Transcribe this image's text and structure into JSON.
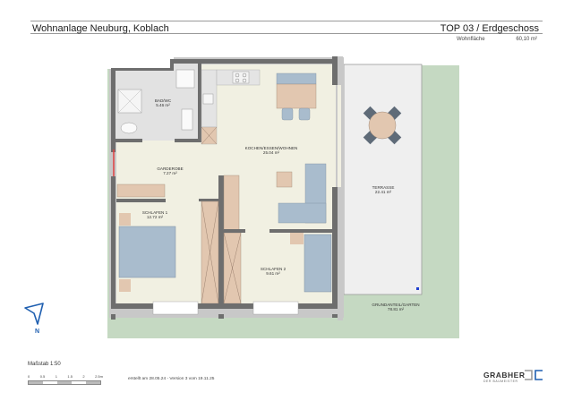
{
  "header": {
    "project_title": "Wohnanlage Neuburg, Koblach",
    "unit_title": "TOP 03 / Erdgeschoss",
    "living_area_label": "Wohnfläche",
    "living_area_value": "60,10 m²"
  },
  "rooms": [
    {
      "name": "BAD/WC",
      "area": "5.46 m²"
    },
    {
      "name": "KOCHEN/ESSEN/WOHNEN",
      "area": "25.04 m²"
    },
    {
      "name": "GARDEROBE",
      "area": "7.27 m²"
    },
    {
      "name": "SCHLAFEN 1",
      "area": "12.72 m²"
    },
    {
      "name": "SCHLAFEN 2",
      "area": "9.61 m²"
    },
    {
      "name": "TERRASSE",
      "area": "22.41 m²"
    },
    {
      "name": "GRUNDANTEIL/GARTEN",
      "area": "78.81 m²"
    }
  ],
  "compass": {
    "label": "N"
  },
  "footer": {
    "scale_label": "Maßstab  1:50",
    "scale_ticks": [
      "0",
      "0.5",
      "1",
      "1.5",
      "2",
      "2.5m"
    ],
    "created": "erstellt am 28.05.24 - Version 3 vom 19.11.25",
    "logo_main": "GRABHER",
    "logo_sub": "DER BAUMEISTER"
  },
  "colors": {
    "wall": "#6e6e6e",
    "wall_light": "#c8c8c8",
    "floor": "#f1f0e2",
    "bath_floor": "#e2e2e2",
    "terrace": "#efefef",
    "garden": "#c5d9c2",
    "furniture_blue": "#a9bccd",
    "furniture_wood": "#e2c7b0",
    "chair_dark": "#5f6b78",
    "entry_red": "#e04040",
    "accent_blue": "#1f5fb0"
  }
}
